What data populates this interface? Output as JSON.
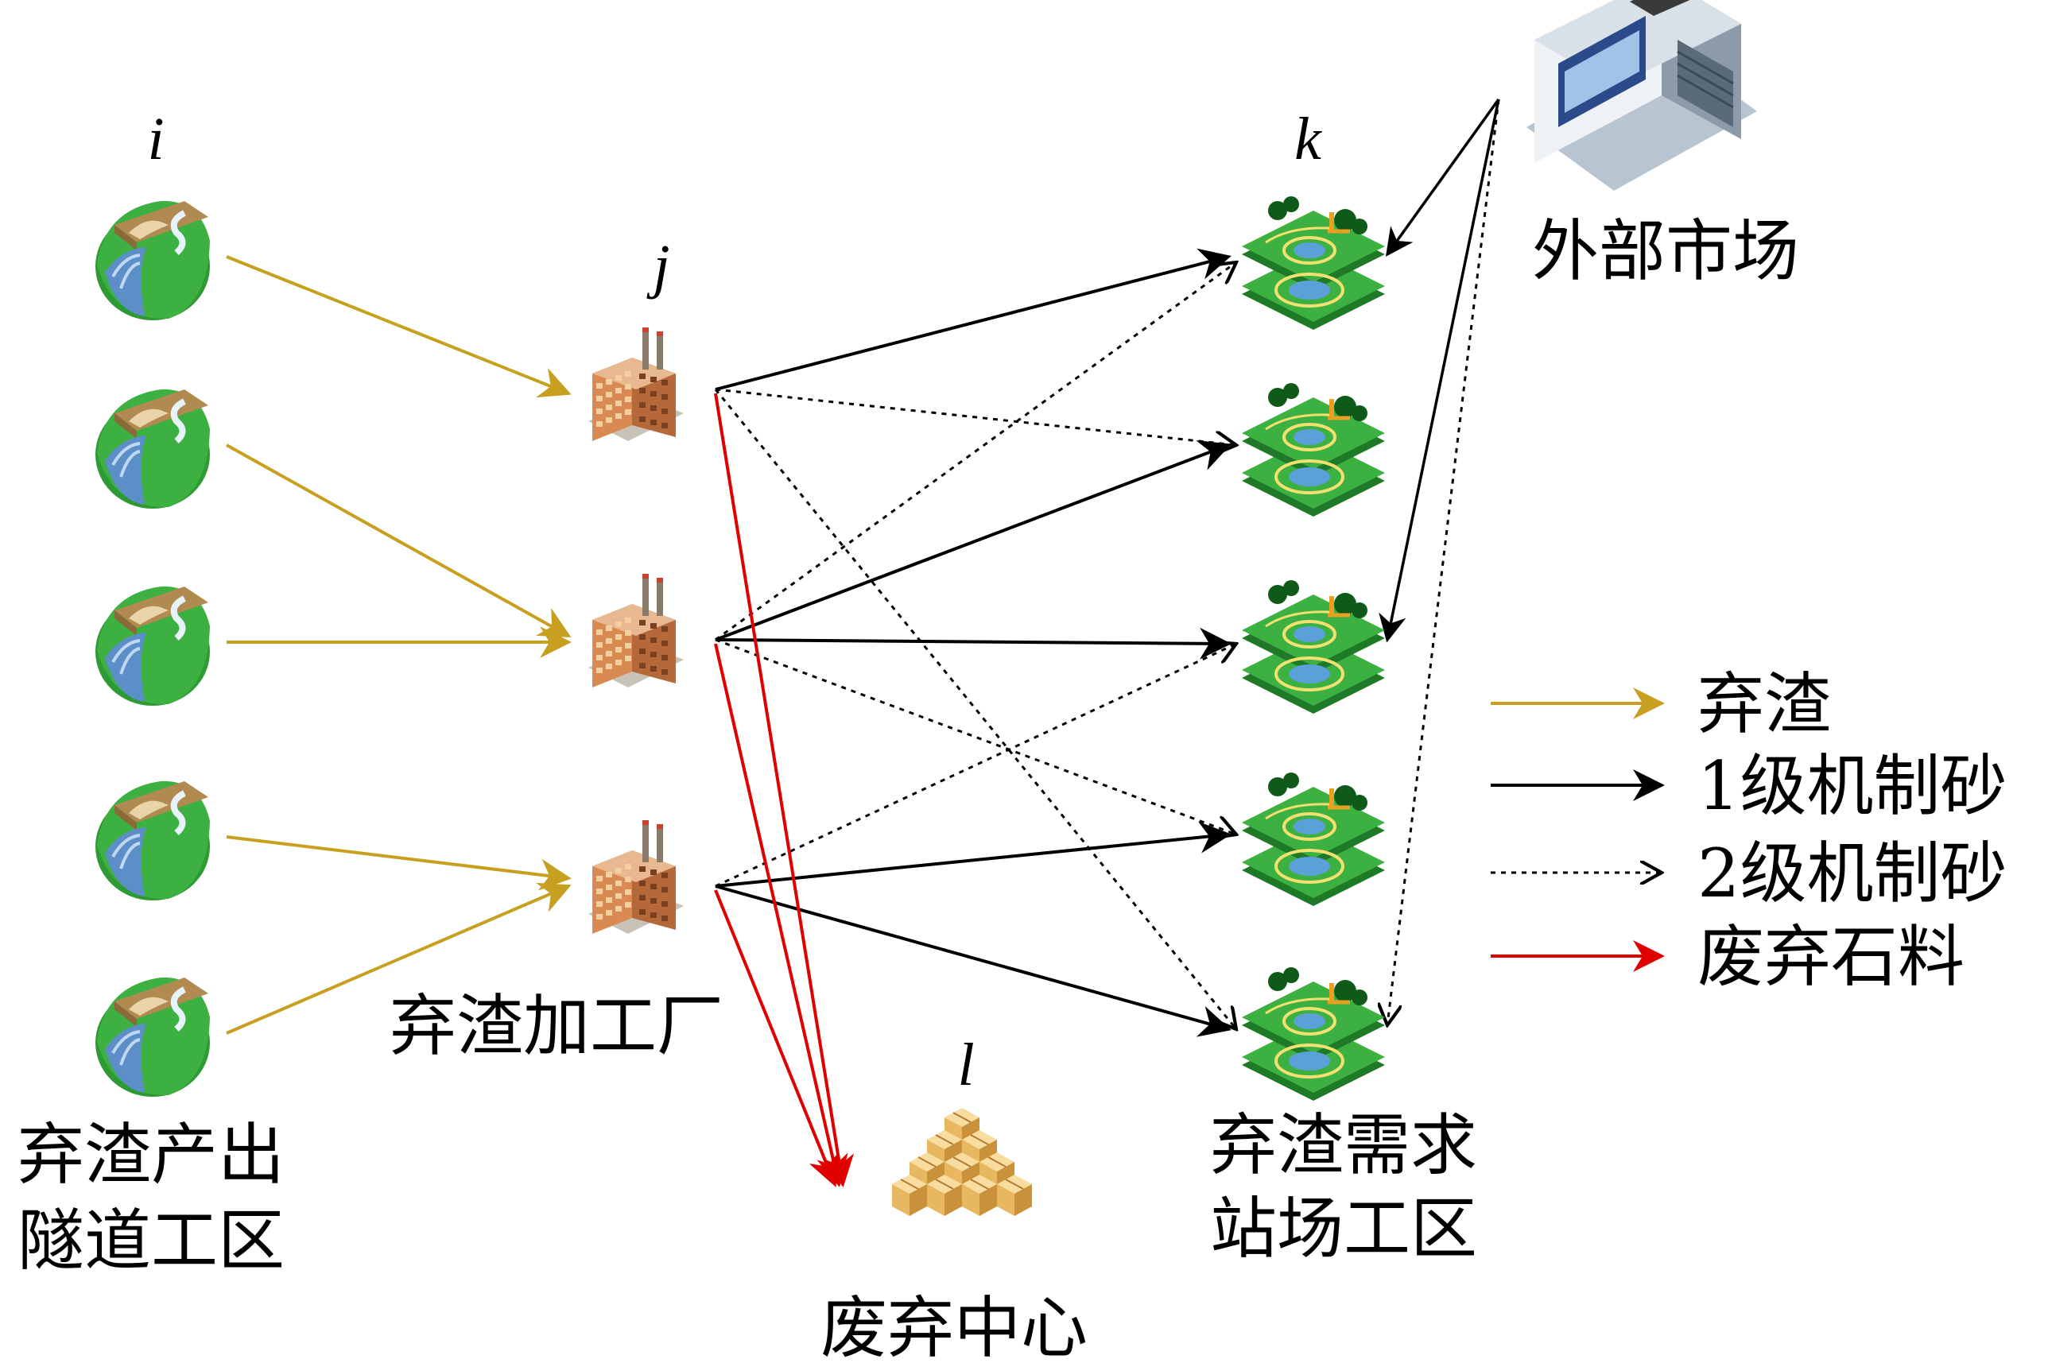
{
  "variables": {
    "tunnel": "i",
    "plant": "j",
    "station": "k",
    "disposal": "l"
  },
  "node_labels": {
    "tunnel_line1": "弃渣产出",
    "tunnel_line2": "隧道工区",
    "plant": "弃渣加工厂",
    "disposal": "废弃中心",
    "station_line1": "弃渣需求",
    "station_line2": "站场工区",
    "market": "外部市场"
  },
  "legend": [
    {
      "label": "弃渣",
      "color": "#C8A020",
      "style": "solid"
    },
    {
      "label": "1级机制砂",
      "color": "#000000",
      "style": "solid"
    },
    {
      "label": "2级机制砂",
      "color": "#000000",
      "style": "dotted"
    },
    {
      "label": "废弃石料",
      "color": "#E00000",
      "style": "solid"
    }
  ],
  "icons": {
    "tunnel": "tunnel-worksite-icon",
    "plant": "factory-icon",
    "station": "station-worksite-icon",
    "market": "market-building-icon",
    "disposal": "box-stack-icon"
  },
  "counts": {
    "tunnels": 5,
    "plants": 3,
    "stations": 5
  }
}
